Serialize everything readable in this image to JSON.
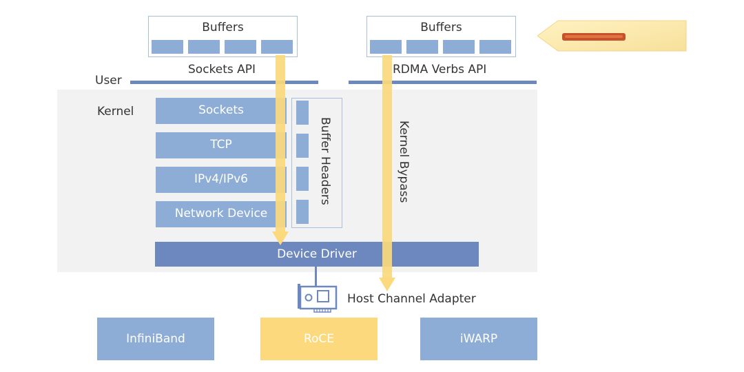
{
  "user_space": {
    "label": "User",
    "left_buffers": {
      "title": "Buffers"
    },
    "right_buffers": {
      "title": "Buffers"
    },
    "sockets_api": "Sockets API",
    "rdma_api": "RDMA Verbs API"
  },
  "kernel_space": {
    "label": "Kernel",
    "layers": [
      "Sockets",
      "TCP",
      "IPv4/IPv6",
      "Network Device"
    ],
    "buffer_headers": "Buffer Headers",
    "kernel_bypass": "Kernel Bypass",
    "device_driver": "Device Driver"
  },
  "hardware": {
    "adapter_label": "Host Channel Adapter"
  },
  "transports": [
    {
      "label": "InfiniBand",
      "color": "#8eadd6"
    },
    {
      "label": "RoCE",
      "color": "#fbd97c"
    },
    {
      "label": "iWARP",
      "color": "#8eadd6"
    }
  ],
  "colors": {
    "layer_blue": "#8eadd6",
    "driver_blue": "#6d87bf",
    "arrow_yellow": "#fbd97c",
    "kernel_gray": "#f2f2f2"
  }
}
